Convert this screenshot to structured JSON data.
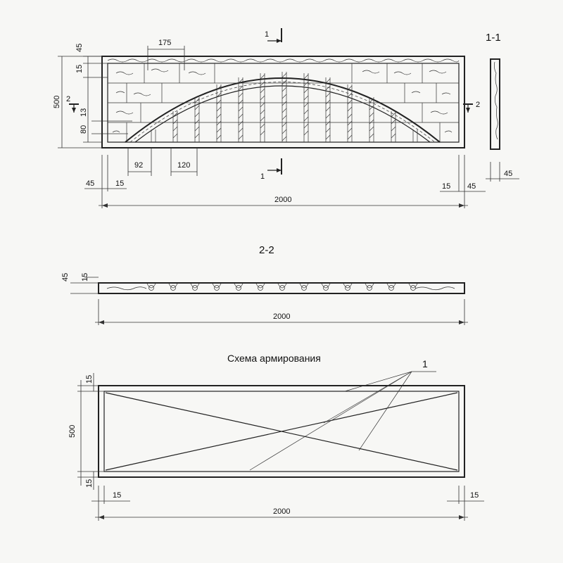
{
  "section_marks": {
    "mark_1": "1",
    "mark_2": "2",
    "section_1_1": "1-1",
    "section_2_2": "2-2"
  },
  "reinforcement": {
    "title": "Схема армирования",
    "callout": "1"
  },
  "dims_elevation": {
    "d45_top": "45",
    "d15_top": "15",
    "d500": "500",
    "d13": "13",
    "d80": "80",
    "d175": "175",
    "d92": "92",
    "d120": "120",
    "d45_bl": "45",
    "d15_bl": "15",
    "d15_br": "15",
    "d45_br": "45",
    "d45_side": "45",
    "d2000": "2000"
  },
  "dims_section": {
    "d45": "45",
    "d15": "15",
    "d2000": "2000"
  },
  "dims_scheme": {
    "d15_top": "15",
    "d500": "500",
    "d15_bottom": "15",
    "d15_left": "15",
    "d15_right": "15",
    "d2000": "2000"
  }
}
